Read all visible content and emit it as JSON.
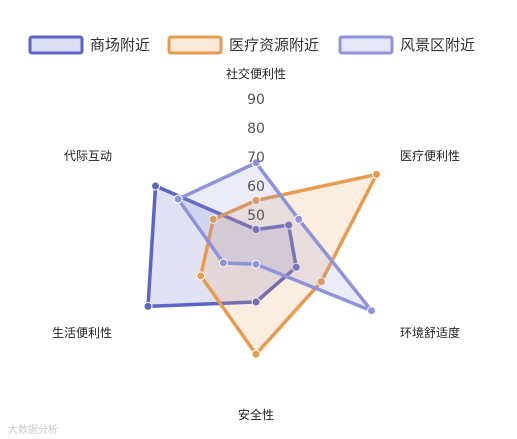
{
  "chart_data": {
    "type": "radar",
    "axes": [
      "社交便利性",
      "医疗便利性",
      "环境舒适度",
      "安全性",
      "生活便利性",
      "代际互动"
    ],
    "rlim": [
      40,
      90
    ],
    "ticks": [
      "50",
      "60",
      "70",
      "80",
      "90"
    ],
    "legend_position": "top",
    "series": [
      {
        "name": "商场附近",
        "color": "#5b64c7",
        "values": [
          45,
          53,
          56,
          60,
          83,
          80
        ]
      },
      {
        "name": "医疗资源附近",
        "color": "#e89b4e",
        "values": [
          55,
          88,
          66,
          78,
          62,
          57
        ]
      },
      {
        "name": "风景区附近",
        "color": "#8e93da",
        "values": [
          68,
          57,
          86,
          47,
          53,
          71
        ]
      }
    ]
  },
  "watermark": "大数据分析"
}
